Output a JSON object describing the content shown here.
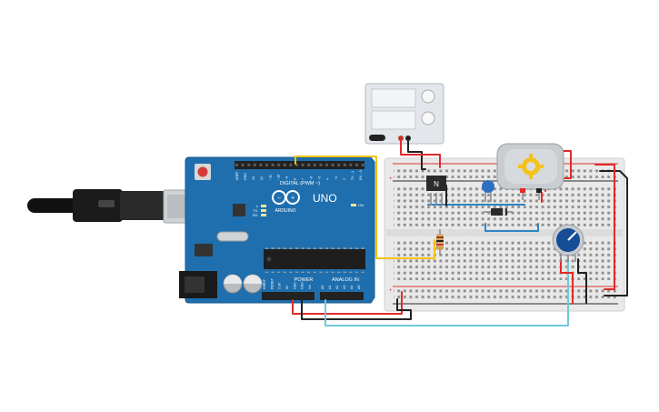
{
  "arduino": {
    "brand": "UNO",
    "logo_text": "ARDUINO",
    "digital_header": "DIGITAL (PWM ~)",
    "power_header": "POWER",
    "analog_header": "ANALOG IN",
    "on_label": "ON",
    "tx_label": "TX",
    "rx_label": "RX",
    "l_label": "L",
    "digital_pins": [
      "AREF",
      "GND",
      "13",
      "12",
      "~11",
      "~10",
      "~9",
      "8",
      "7",
      "~6",
      "~5",
      "4",
      "~3",
      "2",
      "TX→1",
      "RX←0"
    ],
    "power_pins": [
      "IOREF",
      "RESET",
      "3.3V",
      "5V",
      "GND",
      "GND",
      "Vin"
    ],
    "analog_pins": [
      "A0",
      "A1",
      "A2",
      "A3",
      "A4",
      "A5"
    ],
    "board_color": "#1f6fae"
  },
  "transistor": {
    "label": "N"
  },
  "wire_colors": {
    "red": "#e02b2b",
    "black": "#222222",
    "yellow": "#f1c40f",
    "blue": "#2e86c1",
    "cyan": "#6fc9d6"
  }
}
